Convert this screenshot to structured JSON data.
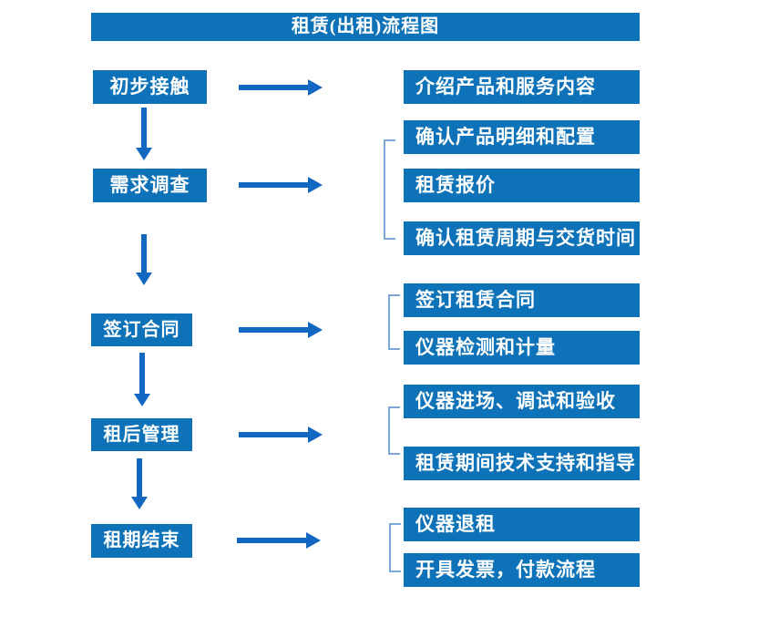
{
  "title": "租赁(出租)流程图",
  "colors": {
    "box_blue": "#0e72b8",
    "arrow_blue": "#1268c0",
    "bracket_blue": "#7da7d9",
    "text": "#ffffff",
    "background": "#ffffff"
  },
  "stages": [
    {
      "label": "初步接触",
      "outputs": [
        "介绍产品和服务内容"
      ]
    },
    {
      "label": "需求调查",
      "outputs": [
        "确认产品明细和配置",
        "租赁报价",
        "确认租赁周期与交货时间"
      ]
    },
    {
      "label": "签订合同",
      "outputs": [
        "签订租赁合同",
        "仪器检测和计量"
      ]
    },
    {
      "label": "租后管理",
      "outputs": [
        "仪器进场、调试和验收",
        "租赁期间技术支持和指导"
      ]
    },
    {
      "label": "租期结束",
      "outputs": [
        "仪器退租",
        "开具发票，付款流程"
      ]
    }
  ],
  "icons": {
    "right_arrow": "right-arrow",
    "down_arrow": "down-arrow"
  }
}
